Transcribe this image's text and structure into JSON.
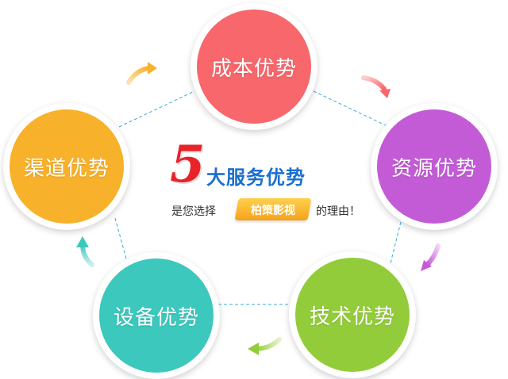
{
  "center": {
    "number": "5",
    "heading": "大服务优势",
    "sub_prefix": "是您选择",
    "brand": "柏策影视",
    "sub_suffix": "的理由！"
  },
  "nodes": [
    {
      "id": "top",
      "label": "成本优势",
      "color": "#f7676b"
    },
    {
      "id": "right",
      "label": "资源优势",
      "color": "#c35bd6"
    },
    {
      "id": "bottom-right",
      "label": "技术优势",
      "color": "#93cc3a"
    },
    {
      "id": "bottom-left",
      "label": "设备优势",
      "color": "#3cc8bd"
    },
    {
      "id": "left",
      "label": "渠道优势",
      "color": "#f8b12b"
    }
  ],
  "colors": {
    "connector_line": "#3aa9d6",
    "heading": "#1a6fd1",
    "number": "#e8232a",
    "badge": "#f5a21b"
  }
}
